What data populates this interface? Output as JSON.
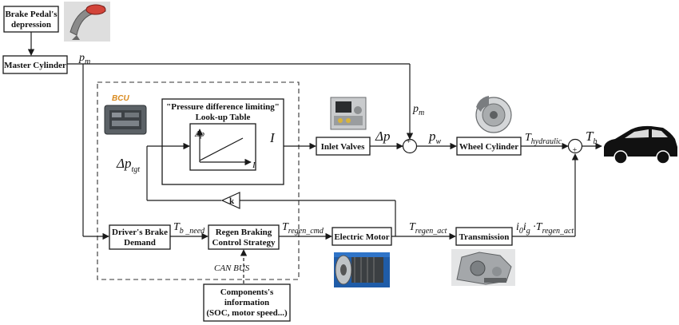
{
  "blocks": {
    "brake_pedal": [
      "Brake Pedal's",
      "depression"
    ],
    "master_cylinder": "Master Cylinder",
    "lookup_title": [
      "\"Pressure difference limiting\"",
      "Look-up Table"
    ],
    "drivers_demand": [
      "Driver's Brake",
      "Demand"
    ],
    "regen_strategy": [
      "Regen Braking",
      "Control Strategy"
    ],
    "inlet_valves": "Inlet Valves",
    "electric_motor": "Electric Motor",
    "wheel_cylinder": "Wheel Cylinder",
    "transmission": "Transmission",
    "components_info": [
      "Components's",
      "information",
      "(SOC, motor speed...)"
    ],
    "gain": "k"
  },
  "labels": {
    "bcu": "BCU",
    "can_bus": "CAN  BUS",
    "p_m": "p",
    "p_m_sub": "m",
    "delta": "Δ",
    "p": "p",
    "tgt_sub": "tgt",
    "I": "I",
    "w_sub": "w",
    "T": "T",
    "b_need_sub": "b _need",
    "regen_cmd_sub": "regen_cmd",
    "regen_act_sub": "regen_act",
    "hydraulic_sub": "hydraulic",
    "b_sub": "b",
    "i0ig": "i",
    "zero_sub": "0",
    "g_letter": "i",
    "g_sub": "g",
    "dot_T": " ·T",
    "axis_dp": "Δp",
    "axis_I": "I",
    "sum_plus": "+",
    "sum_minus": "-"
  }
}
